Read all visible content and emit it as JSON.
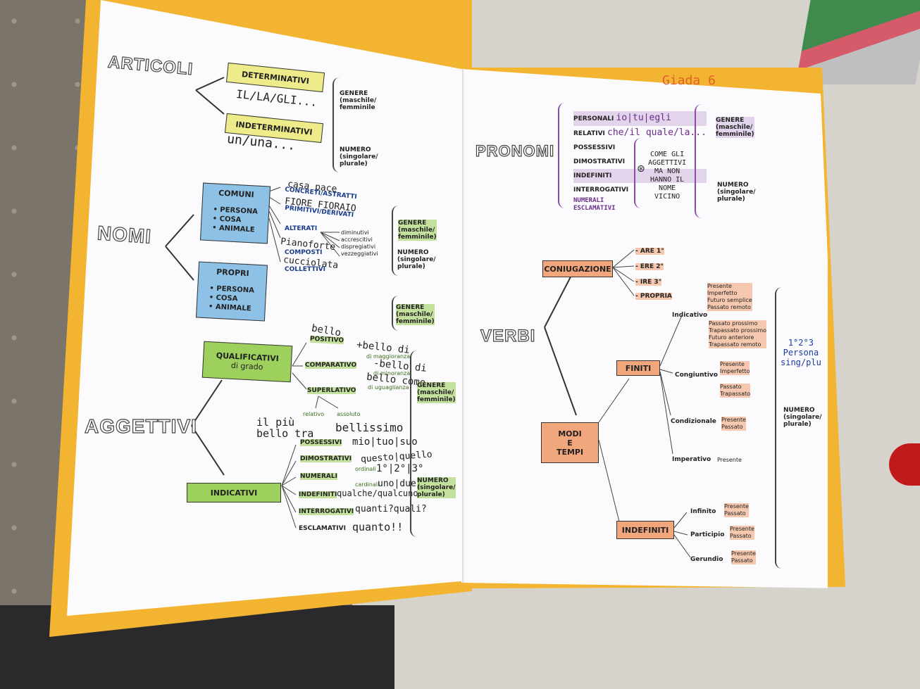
{
  "colors": {
    "folder": "#f3b531",
    "yellow_box": "#eeec8a",
    "blue_box": "#8ec1e6",
    "green_box": "#9ed05d",
    "orange_box": "#f2a67c",
    "owner_name": "#e0602a"
  },
  "owner_label": "Giada 6",
  "left": {
    "articoli": {
      "title": "ARTICOLI",
      "determinativi": "DETERMINATIVI",
      "det_examples": "IL/LA/GLI...",
      "indeterminativi": "INDETERMINATIVI",
      "indet_examples": "un/una...",
      "genere": [
        "GENERE",
        "(maschile/",
        "femminile"
      ],
      "numero": [
        "NUMERO",
        "(singolare/",
        "plurale)"
      ]
    },
    "nomi": {
      "title": "NOMI",
      "comuni": "COMUNI",
      "comuni_items": [
        "PERSONA",
        "COSA",
        "ANIMALE"
      ],
      "propri": "PROPRI",
      "propri_items": [
        "PERSONA",
        "COSA",
        "ANIMALE"
      ],
      "hand_casa": "casa pace",
      "concreti": "CONCRETI/ASTRATTI",
      "hand_fiore": "FIORE FIORAIO",
      "primitivi": "PRIMITIVI/DERIVATI",
      "alterati": "ALTERATI",
      "alterati_list": [
        "diminutivi",
        "accrescitivi",
        "dispregiativi",
        "vezzeggiativi"
      ],
      "hand_pianoforte": "Pianoforte",
      "composti": "COMPOSTI",
      "hand_cucciolata": "cucciolata",
      "collettivi": "COLLETTIVI",
      "genere": [
        "GENERE",
        "(maschile/",
        "femminile)"
      ],
      "numero": [
        "NUMERO",
        "(singolare/",
        "plurale)"
      ],
      "genere2": [
        "GENERE",
        "(maschile/",
        "femminile)"
      ]
    },
    "aggettivi": {
      "title": "AGGETTIVI",
      "qualificativi": "QUALIFICATIVI",
      "di_grado": "di grado",
      "positivo": "POSITIVO",
      "hand_bello": "bello",
      "comparativo": "COMPARATIVO",
      "hand_comp1": "+bello di",
      "di_maggioranza": "di maggioranza",
      "hand_comp2": "-bello di",
      "di_minoranza": "di minoranza",
      "hand_comp3": "bello come",
      "di_uguaglianza": "di uguaglianza",
      "superlativo": "SUPERLATIVO",
      "relativo": "relativo",
      "assoluto": "assoluto",
      "hand_rel": "il più bello tra",
      "hand_ass": "bellissimo",
      "indicativi": "INDICATIVI",
      "possessivi": "POSSESSIVI",
      "hand_poss": "mio|tuo|suo",
      "dimostrativi": "DIMOSTRATIVI",
      "hand_dim": "questo|quello",
      "numerali": "NUMERALI",
      "ordinali": "ordinali",
      "hand_ord": "1°|2°|3°",
      "cardinali": "cardinali",
      "hand_card": "uno|due|",
      "indefiniti": "INDEFINITI",
      "hand_indef": "qualche/qualcuno",
      "interrogativi": "INTERROGATIVI",
      "hand_interr": "quanti?quali?",
      "esclamativi": "ESCLAMATIVI",
      "hand_escl": "quanto!!",
      "genere": [
        "GENERE",
        "(maschile/",
        "femminile)"
      ],
      "numero": [
        "NUMERO",
        "(singolare/",
        "plurale)"
      ]
    }
  },
  "right": {
    "pronomi": {
      "title": "PRONOMI",
      "items": [
        {
          "label": "PERSONALI",
          "hand": "io|tu|egli"
        },
        {
          "label": "RELATIVI",
          "hand": "che/il quale/la..."
        },
        {
          "label": "POSSESSIVI",
          "hand": ""
        },
        {
          "label": "DIMOSTRATIVI",
          "hand": ""
        },
        {
          "label": "INDEFINITI",
          "hand": ""
        },
        {
          "label": "INTERROGATIVI",
          "hand": ""
        },
        {
          "label": "NUMERALI",
          "hand": ""
        },
        {
          "label": "ESCLAMATIVI",
          "hand": ""
        }
      ],
      "note": [
        "COME GLI",
        "AGGETTIVI",
        "MA NON",
        "HANNO IL",
        "NOME",
        "VICINO"
      ],
      "genere": [
        "GENERE",
        "(maschile/",
        "femminile)"
      ],
      "numero": [
        "NUMERO",
        "(singolare/",
        "plurale)"
      ]
    },
    "verbi": {
      "title": "VERBI",
      "coniugazione": "CONIUGAZIONE",
      "coniug_items": [
        "- ARE 1°",
        "- ERE 2°",
        "- IRE 3°",
        "- PROPRIA"
      ],
      "modi_tempi": [
        "MODI",
        "E",
        "TEMPI"
      ],
      "finiti": "FINITI",
      "indicativo": "Indicativo",
      "indicativo_tempi_a": [
        "Presente",
        "Imperfetto",
        "Futuro semplice",
        "Passato remoto"
      ],
      "indicativo_tempi_b": [
        "Passato prossimo",
        "Trapassato prossimo",
        "Futuro anteriore",
        "Trapassato remoto"
      ],
      "congiuntivo": "Congiuntivo",
      "congiuntivo_tempi_a": [
        "Presente",
        "Imperfetto"
      ],
      "congiuntivo_tempi_b": [
        "Passato",
        "Trapassato"
      ],
      "condizionale": "Condizionale",
      "condizionale_tempi": [
        "Presente",
        "Passato"
      ],
      "imperativo": "Imperativo",
      "imperativo_tempi": [
        "Presente"
      ],
      "indefiniti": "INDEFINITI",
      "infinito": "Infinito",
      "infinito_tempi": [
        "Presente",
        "Passato"
      ],
      "participio": "Participio",
      "participio_tempi": [
        "Presente",
        "Passato"
      ],
      "gerundio": "Gerundio",
      "gerundio_tempi": [
        "Presente",
        "Passato"
      ],
      "persona_hand": [
        "1°2°3",
        "Persona",
        "sing/plu"
      ],
      "numero": [
        "NUMERO",
        "(singolare/",
        "plurale)"
      ]
    }
  }
}
